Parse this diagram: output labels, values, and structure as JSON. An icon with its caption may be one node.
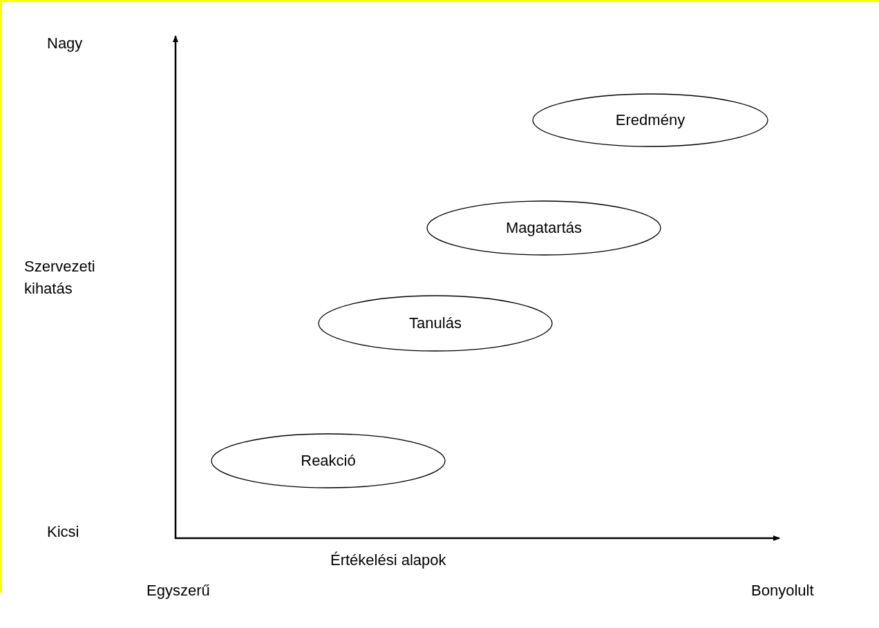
{
  "diagram": {
    "nodes": [
      {
        "text": [
          "Eredmény"
        ]
      },
      {
        "text": [
          "Magatartás"
        ]
      },
      {
        "text": [
          "Tanulás"
        ]
      },
      {
        "text": [
          "Reakció"
        ]
      }
    ],
    "labels": [
      "Nagy",
      "Szervezeti kihatás",
      "Kicsi",
      "Értékelési alapok",
      "Egyszerű",
      "Bonyolult"
    ]
  }
}
